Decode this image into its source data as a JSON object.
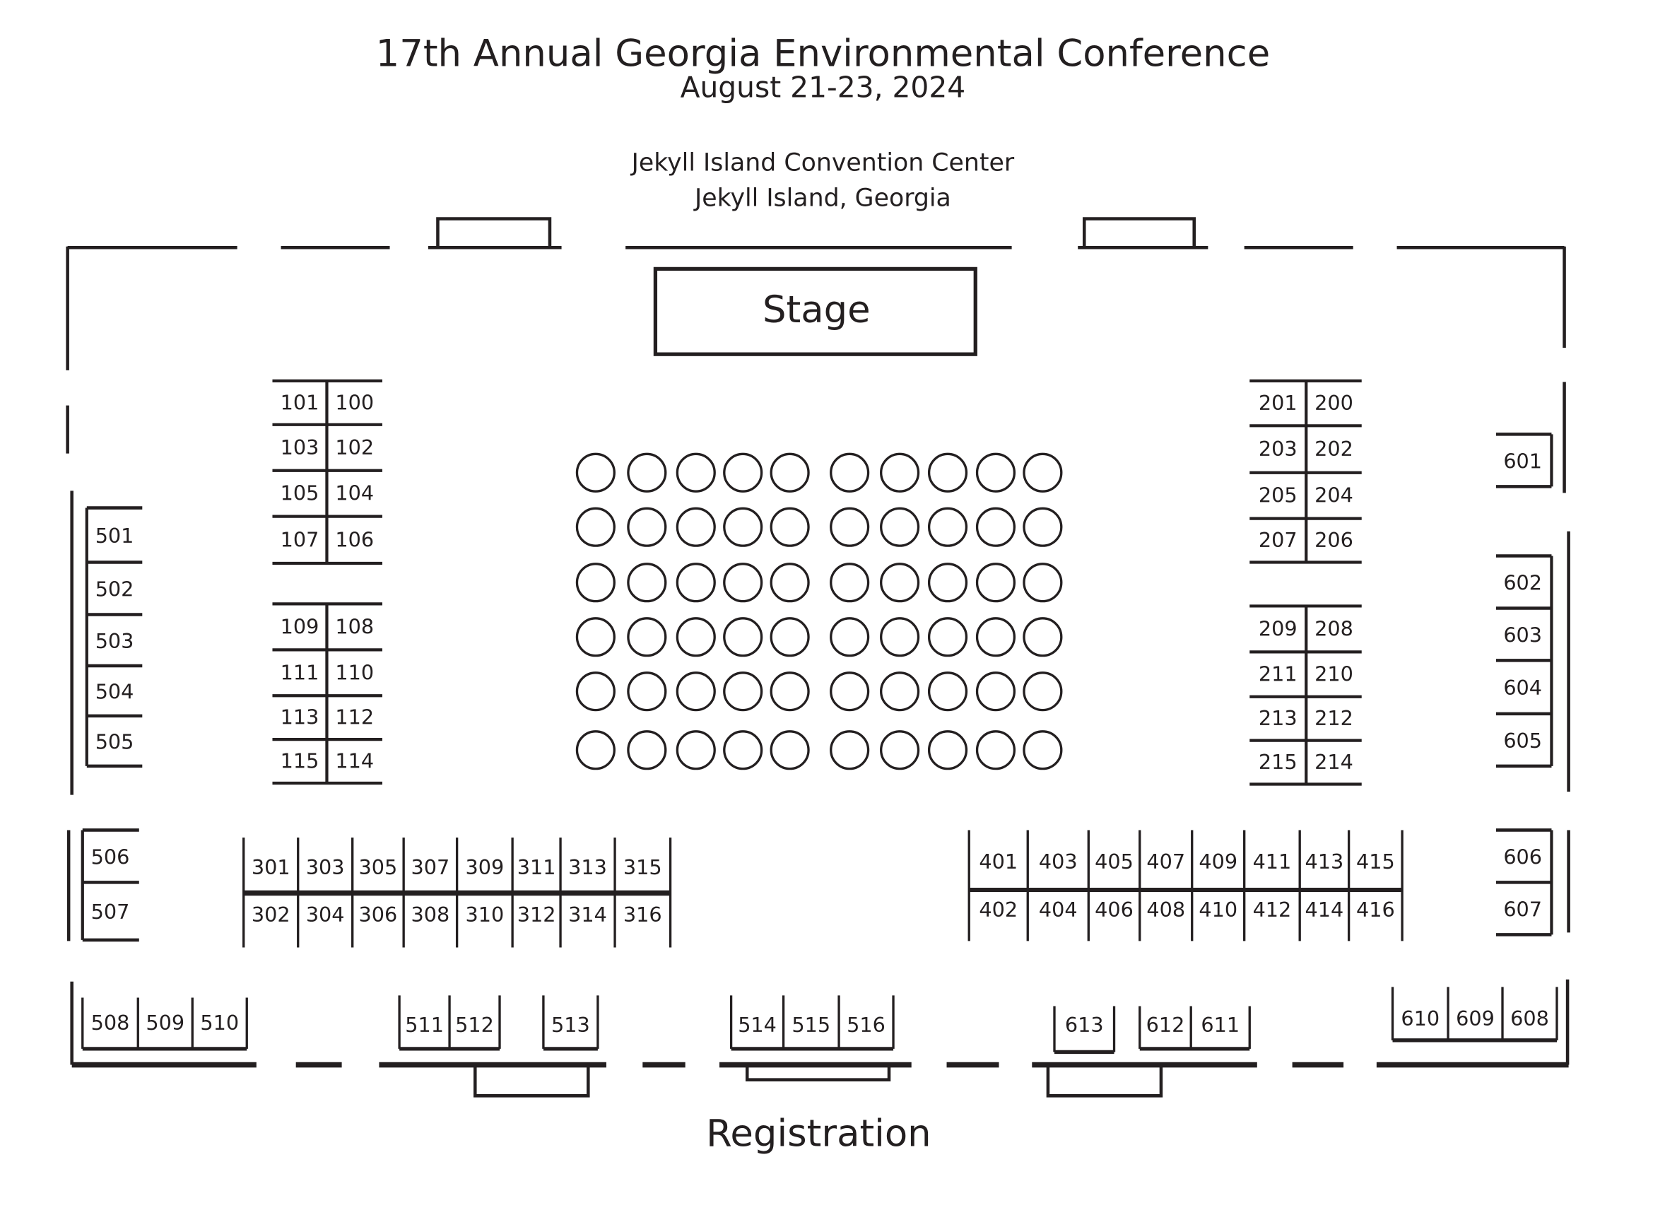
{
  "header": {
    "title": "17th Annual Georgia Environmental Conference",
    "dates": "August 21-23, 2024",
    "venue": "Jekyll Island Convention Center",
    "location": "Jekyll Island, Georgia"
  },
  "stage_label": "Stage",
  "registration_label": "Registration",
  "seating": {
    "rows": 6,
    "columns": 10
  },
  "booths": {
    "block_100_top": [
      [
        "101",
        "100"
      ],
      [
        "103",
        "102"
      ],
      [
        "105",
        "104"
      ],
      [
        "107",
        "106"
      ]
    ],
    "block_100_bottom": [
      [
        "109",
        "108"
      ],
      [
        "111",
        "110"
      ],
      [
        "113",
        "112"
      ],
      [
        "115",
        "114"
      ]
    ],
    "block_200_top": [
      [
        "201",
        "200"
      ],
      [
        "203",
        "202"
      ],
      [
        "205",
        "204"
      ],
      [
        "207",
        "206"
      ]
    ],
    "block_200_bottom": [
      [
        "209",
        "208"
      ],
      [
        "211",
        "210"
      ],
      [
        "213",
        "212"
      ],
      [
        "215",
        "214"
      ]
    ],
    "block_300_top": [
      "301",
      "303",
      "305",
      "307",
      "309",
      "311",
      "313",
      "315"
    ],
    "block_300_bottom": [
      "302",
      "304",
      "306",
      "308",
      "310",
      "312",
      "314",
      "316"
    ],
    "block_400_top": [
      "401",
      "403",
      "405",
      "407",
      "409",
      "411",
      "413",
      "415"
    ],
    "block_400_bottom": [
      "402",
      "404",
      "406",
      "408",
      "410",
      "412",
      "414",
      "416"
    ],
    "left_wall_a": [
      "501",
      "502",
      "503",
      "504",
      "505"
    ],
    "left_wall_b": [
      "506",
      "507"
    ],
    "right_wall_a": [
      "601"
    ],
    "right_wall_b": [
      "602",
      "603",
      "604",
      "605"
    ],
    "right_wall_c": [
      "606",
      "607"
    ],
    "bottom_508": [
      "508",
      "509",
      "510"
    ],
    "bottom_511": [
      "511",
      "512"
    ],
    "bottom_513": [
      "513"
    ],
    "bottom_514": [
      "514",
      "515",
      "516"
    ],
    "bottom_613": [
      "613"
    ],
    "bottom_612": [
      "612",
      "611"
    ],
    "bottom_610": [
      "610",
      "609",
      "608"
    ]
  }
}
